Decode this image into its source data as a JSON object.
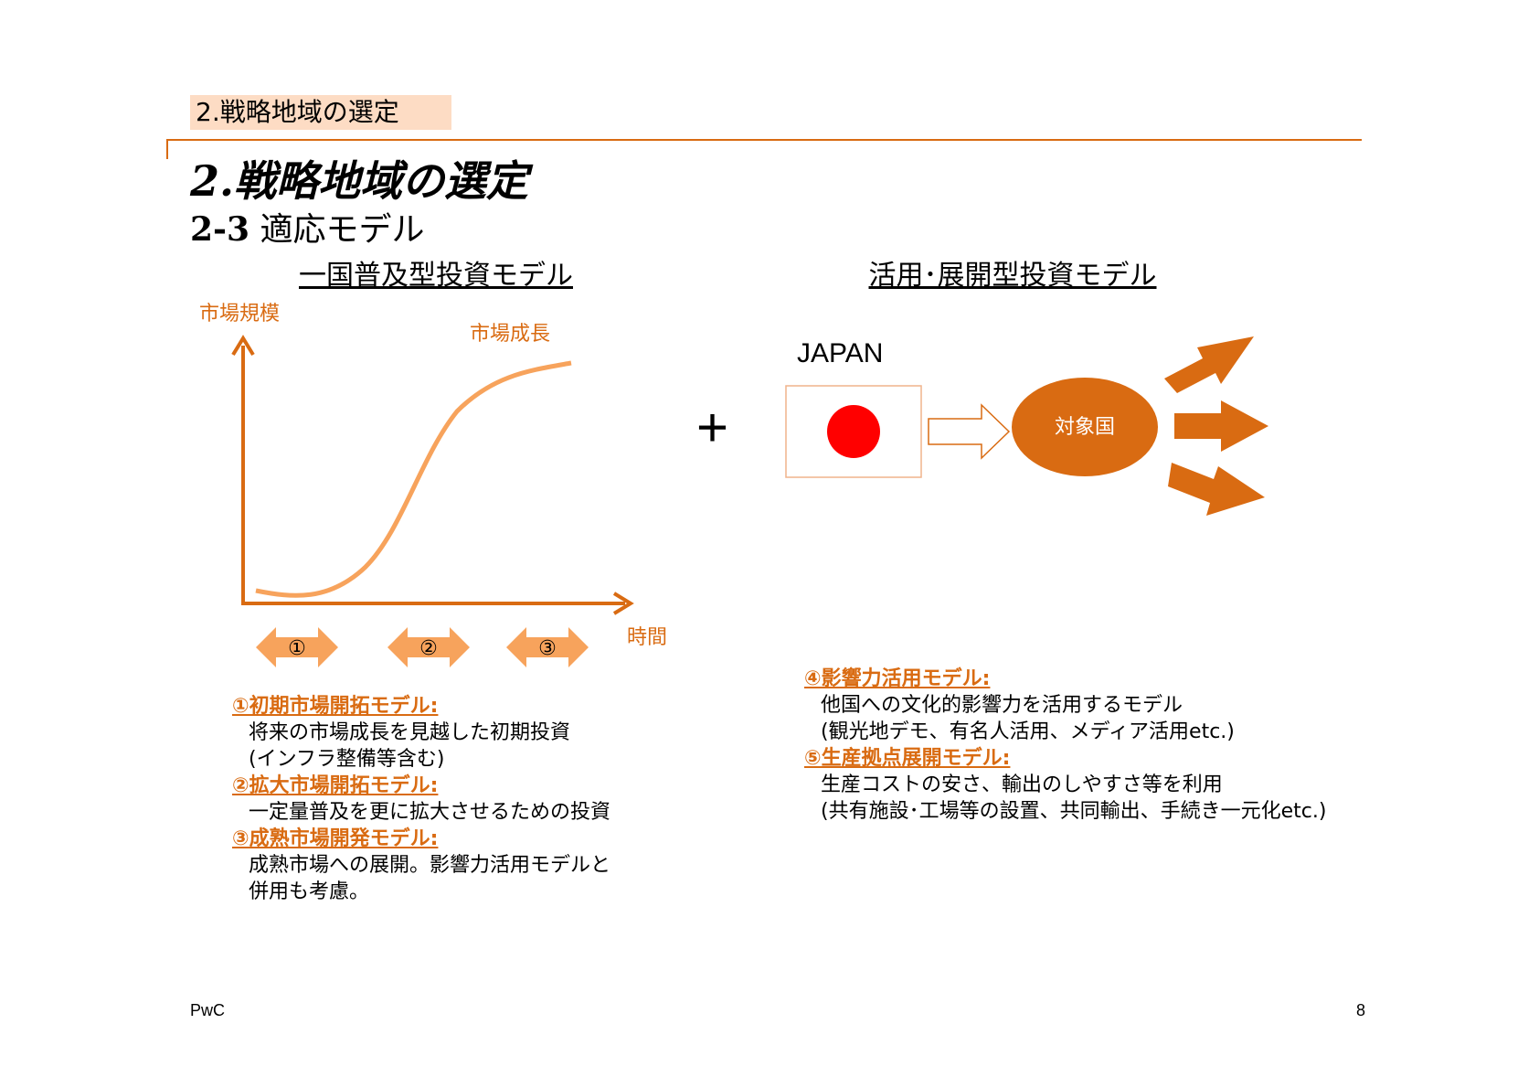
{
  "header": {
    "section_tag": "2.戦略地域の選定",
    "title": "2.戦略地域の選定",
    "subtitle_number": "2-3",
    "subtitle_text": "適応モデル"
  },
  "left_model": {
    "title": "一国普及型投資モデル",
    "y_axis_label": "市場規模",
    "curve_label": "市場成長",
    "x_axis_label": "時間",
    "phases": [
      "①",
      "②",
      "③"
    ],
    "descriptions": [
      {
        "head": "①初期市場開拓モデル:",
        "lines": [
          "将来の市場成長を見越した初期投資",
          "(インフラ整備等含む)"
        ]
      },
      {
        "head": "②拡大市場開拓モデル:",
        "lines": [
          "一定量普及を更に拡大させるための投資"
        ]
      },
      {
        "head": "③成熟市場開発モデル:",
        "lines": [
          "成熟市場への展開。影響力活用モデルと",
          "併用も考慮。"
        ]
      }
    ]
  },
  "plus_sign": "+",
  "right_model": {
    "title": "活用･展開型投資モデル",
    "japan_label": "JAPAN",
    "target_label": "対象国",
    "descriptions": [
      {
        "head": "④影響力活用モデル:",
        "lines": [
          "他国への文化的影響力を活用するモデル",
          "(観光地デモ、有名人活用、メディア活用etc.)"
        ]
      },
      {
        "head": "⑤生産拠点展開モデル:",
        "lines": [
          "生産コストの安さ、輸出のしやすさ等を利用",
          "(共有施設･工場等の設置、共同輸出、手続き一元化etc.)"
        ]
      }
    ]
  },
  "colors": {
    "accent": "#d96b12",
    "accent_light": "#f7a35c",
    "tag_bg": "#fddcc4",
    "flag_red": "#ff0000"
  },
  "footer": {
    "brand": "PwC",
    "page_number": "8"
  }
}
